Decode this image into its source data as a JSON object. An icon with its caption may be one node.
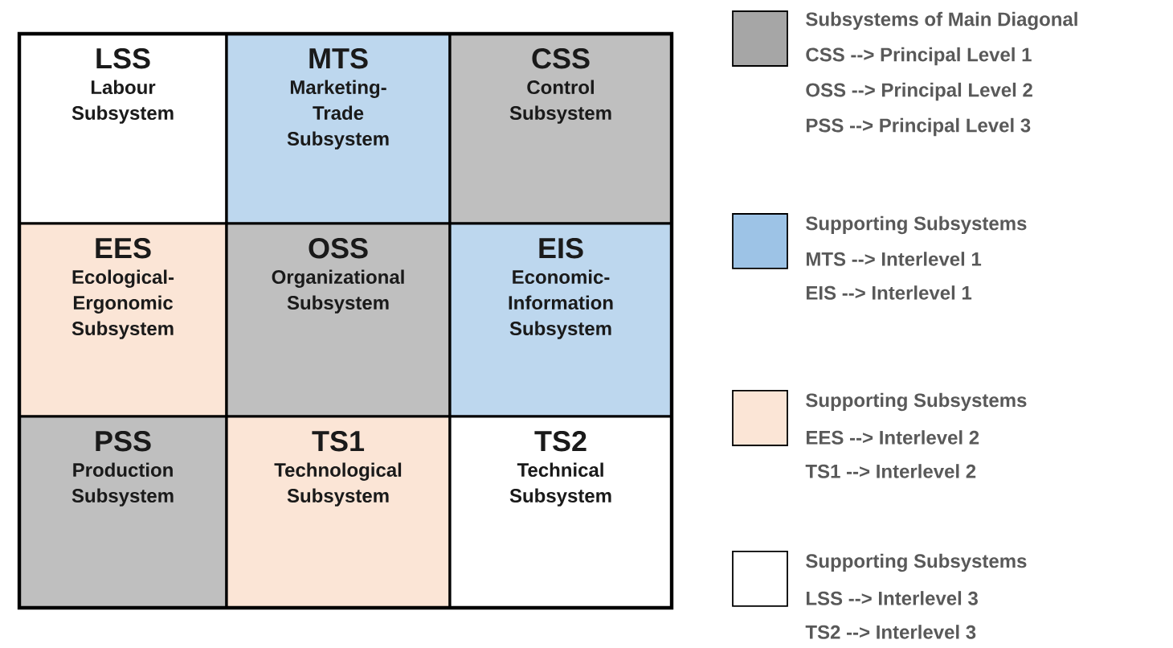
{
  "diagram": {
    "nodes": [
      {
        "text": [
          "LSS",
          "Labour Subsystem"
        ]
      },
      {
        "text": [
          "MTS",
          "Marketing-Trade Subsystem"
        ]
      },
      {
        "text": [
          "CSS",
          "Control Subsystem"
        ]
      },
      {
        "text": [
          "EES",
          "Ecological-Ergonomic Subsystem"
        ]
      },
      {
        "text": [
          "OSS",
          "Organizational Subsystem"
        ]
      },
      {
        "text": [
          "EIS",
          "Economic-Information Subsystem"
        ]
      },
      {
        "text": [
          "PSS",
          "Production Subsystem"
        ]
      },
      {
        "text": [
          "TS1",
          "Technological Subsystem"
        ]
      },
      {
        "text": [
          "TS2",
          "Technical Subsystem"
        ]
      }
    ],
    "labels": [
      "CSS --> Principal Level 1",
      "OSS --> Principal Level 2",
      "PSS --> Principal Level 3",
      "MTS --> Interlevel 1",
      "EIS --> Interlevel 1",
      "EES --> Interlevel 2",
      "TS1 --> Interlevel 2",
      "LSS --> Interlevel 3",
      "TS2 --> Interlevel 3"
    ],
    "legend": [
      {
        "text": "Subsystems of Main Diagonal",
        "color": "#a6a6a6"
      },
      {
        "text": "Supporting Subsystems",
        "color": "#9dc3e6"
      },
      {
        "text": "Supporting Subsystems",
        "color": "#fbe5d6"
      },
      {
        "text": "Supporting Subsystems"
      }
    ]
  }
}
